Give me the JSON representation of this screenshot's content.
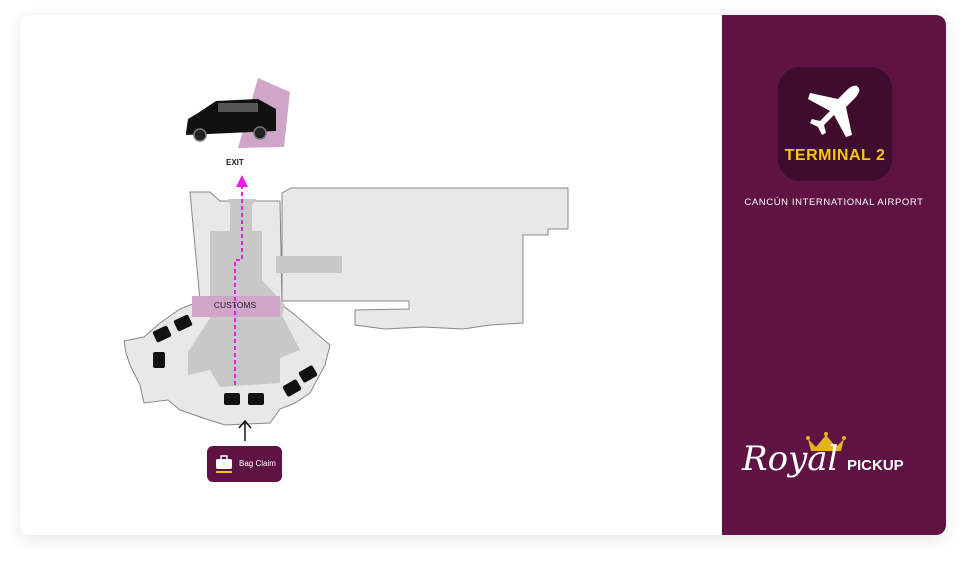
{
  "terminal": {
    "label": "TERMINAL 2",
    "icon": "airplane-icon",
    "airport_name": "CANCÚN INTERNATIONAL AIRPORT"
  },
  "brand": {
    "script_text": "Royal",
    "text": "PICKUP",
    "icon": "crown-icon"
  },
  "map": {
    "exit_label": "EXIT",
    "customs_label": "CUSTOMS",
    "bag_claim_label": "Bag Claim",
    "vehicle": "suv-icon",
    "route_color": "#e61ee6"
  },
  "colors": {
    "brand": "#5e1343",
    "brand_dark": "#3e0d2d",
    "accent_gold": "#f5c518",
    "customs": "#cfa6c8",
    "floor": "#e8e8e8",
    "floor_dark": "#c8c8c8"
  }
}
